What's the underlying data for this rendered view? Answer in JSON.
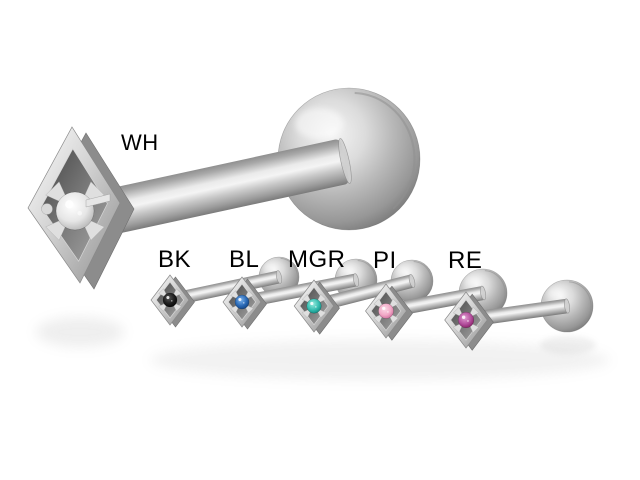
{
  "labels": {
    "main": "WH",
    "variants": [
      "BK",
      "BL",
      "MGR",
      "PI",
      "RE"
    ]
  },
  "colors": {
    "background": "#ffffff",
    "label_text": "#000000",
    "metal_light": "#f4f4f4",
    "metal_mid": "#b8b8b8",
    "metal_dark": "#6d6d6d",
    "gems": {
      "WH": {
        "center": "#ffffff",
        "mid": "#e6e6e6",
        "edge": "#aaaaaa"
      },
      "BK": {
        "center": "#555555",
        "mid": "#1c1c1c",
        "edge": "#000000"
      },
      "BL": {
        "center": "#7db4ef",
        "mid": "#2a69b5",
        "edge": "#0f3a74"
      },
      "MGR": {
        "center": "#97ecdf",
        "mid": "#36bdb0",
        "edge": "#0a7d76"
      },
      "PI": {
        "center": "#fcd9e6",
        "mid": "#f2a9c7",
        "edge": "#c75f93"
      },
      "RE": {
        "center": "#e09cd0",
        "mid": "#b34f9d",
        "edge": "#7a1256"
      }
    }
  }
}
